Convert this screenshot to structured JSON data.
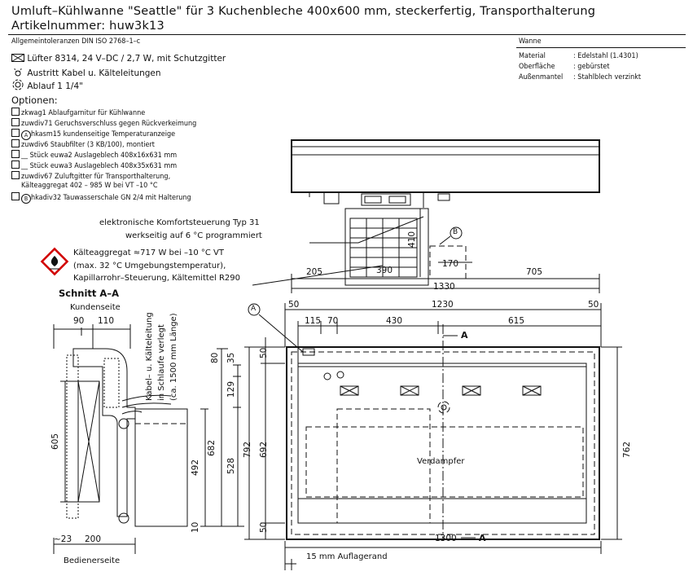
{
  "title_line1": "Umluft–Kühlwanne \"Seattle\" für 3 Kuchenbleche 400x600 mm, steckerfertig, Transporthalterung",
  "title_line2": "Artikelnummer:  huw3k13",
  "tolerances": "Allgemeintoleranzen DIN ISO 2768–1–c",
  "legend": [
    {
      "icon": "fan-symbol-icon",
      "text": "Lüfter 8314, 24 V–DC / 2,7 W, mit Schutzgitter"
    },
    {
      "icon": "cable-outlet-icon",
      "text": "Austritt Kabel u. Kälteleitungen"
    },
    {
      "icon": "drain-icon",
      "text": "Ablauf 1 1/4\""
    }
  ],
  "options_heading": "Optionen:",
  "options": [
    "zkwag1 Ablaufgarnitur für Kühlwanne",
    "zuwdiv71 Geruchsverschluss gegen Rückverkeimung",
    "hkasm15 kundenseitige Temperaturanzeige",
    "zuwdiv6 Staubfilter (3 KB/100), montiert",
    "__ Stück euwa2 Auslageblech 408x16x631 mm",
    "__ Stück euwa3 Auslageblech 408x35x631 mm",
    "zuwdiv67 Zuluftgitter für Transporthalterung,",
    "Kälteaggregat 402 – 985 W bei VT –10 °C",
    "hkadiv32 Tauwasserschale GN 2/4 mit Halterung"
  ],
  "material_table": {
    "header": "Wanne",
    "rows": [
      {
        "label": "Material",
        "value": ":  Edelstahl (1.4301)"
      },
      {
        "label": "Oberfläche",
        "value": ":  gebürstet"
      },
      {
        "label": "Außenmantel",
        "value": ":  Stahlblech verzinkt"
      }
    ]
  },
  "annotations": {
    "control": [
      "elektronische Komfortsteuerung Typ 31",
      "werkseitig auf 6 °C programmiert"
    ],
    "refrigeration": [
      "Kälteaggregat ≈717 W bei –10 °C VT",
      "(max. 32 °C Umgebungstemperatur),",
      "Kapillarrohr–Steuerung, Kältemittel R290"
    ],
    "section": "Schnitt A–A",
    "customer_side": "Kundenseite",
    "operator_side": "Bedienerseite",
    "cable_note": [
      "Kabel– u. Kälteleitung",
      "in Schlaufe verlegt",
      "(ca. 1500 mm Länge)"
    ],
    "evaporator": "Verdampfer",
    "support_edge": "15 mm Auflagerand",
    "marker_a": "A",
    "marker_b": "B",
    "cut_a": "A"
  },
  "dimensions": {
    "d205": "205",
    "d390": "390",
    "d705": "705",
    "d170": "170",
    "d410": "410",
    "d1330": "1330",
    "d50a": "50",
    "d1230": "1230",
    "d50b": "50",
    "d115": "115",
    "d70": "70",
    "d430": "430",
    "d615": "615",
    "d90": "90",
    "d110": "110",
    "d80": "80",
    "d35": "35",
    "d129": "129",
    "d605": "605",
    "d682": "682",
    "d528": "528",
    "d492": "492",
    "d10": "10",
    "d792": "792",
    "d692": "692",
    "d50c": "50",
    "d50d": "50",
    "d762": "762",
    "d1300": "1300",
    "d23": "~23",
    "d200": "200"
  },
  "accent_color": "#d10000"
}
